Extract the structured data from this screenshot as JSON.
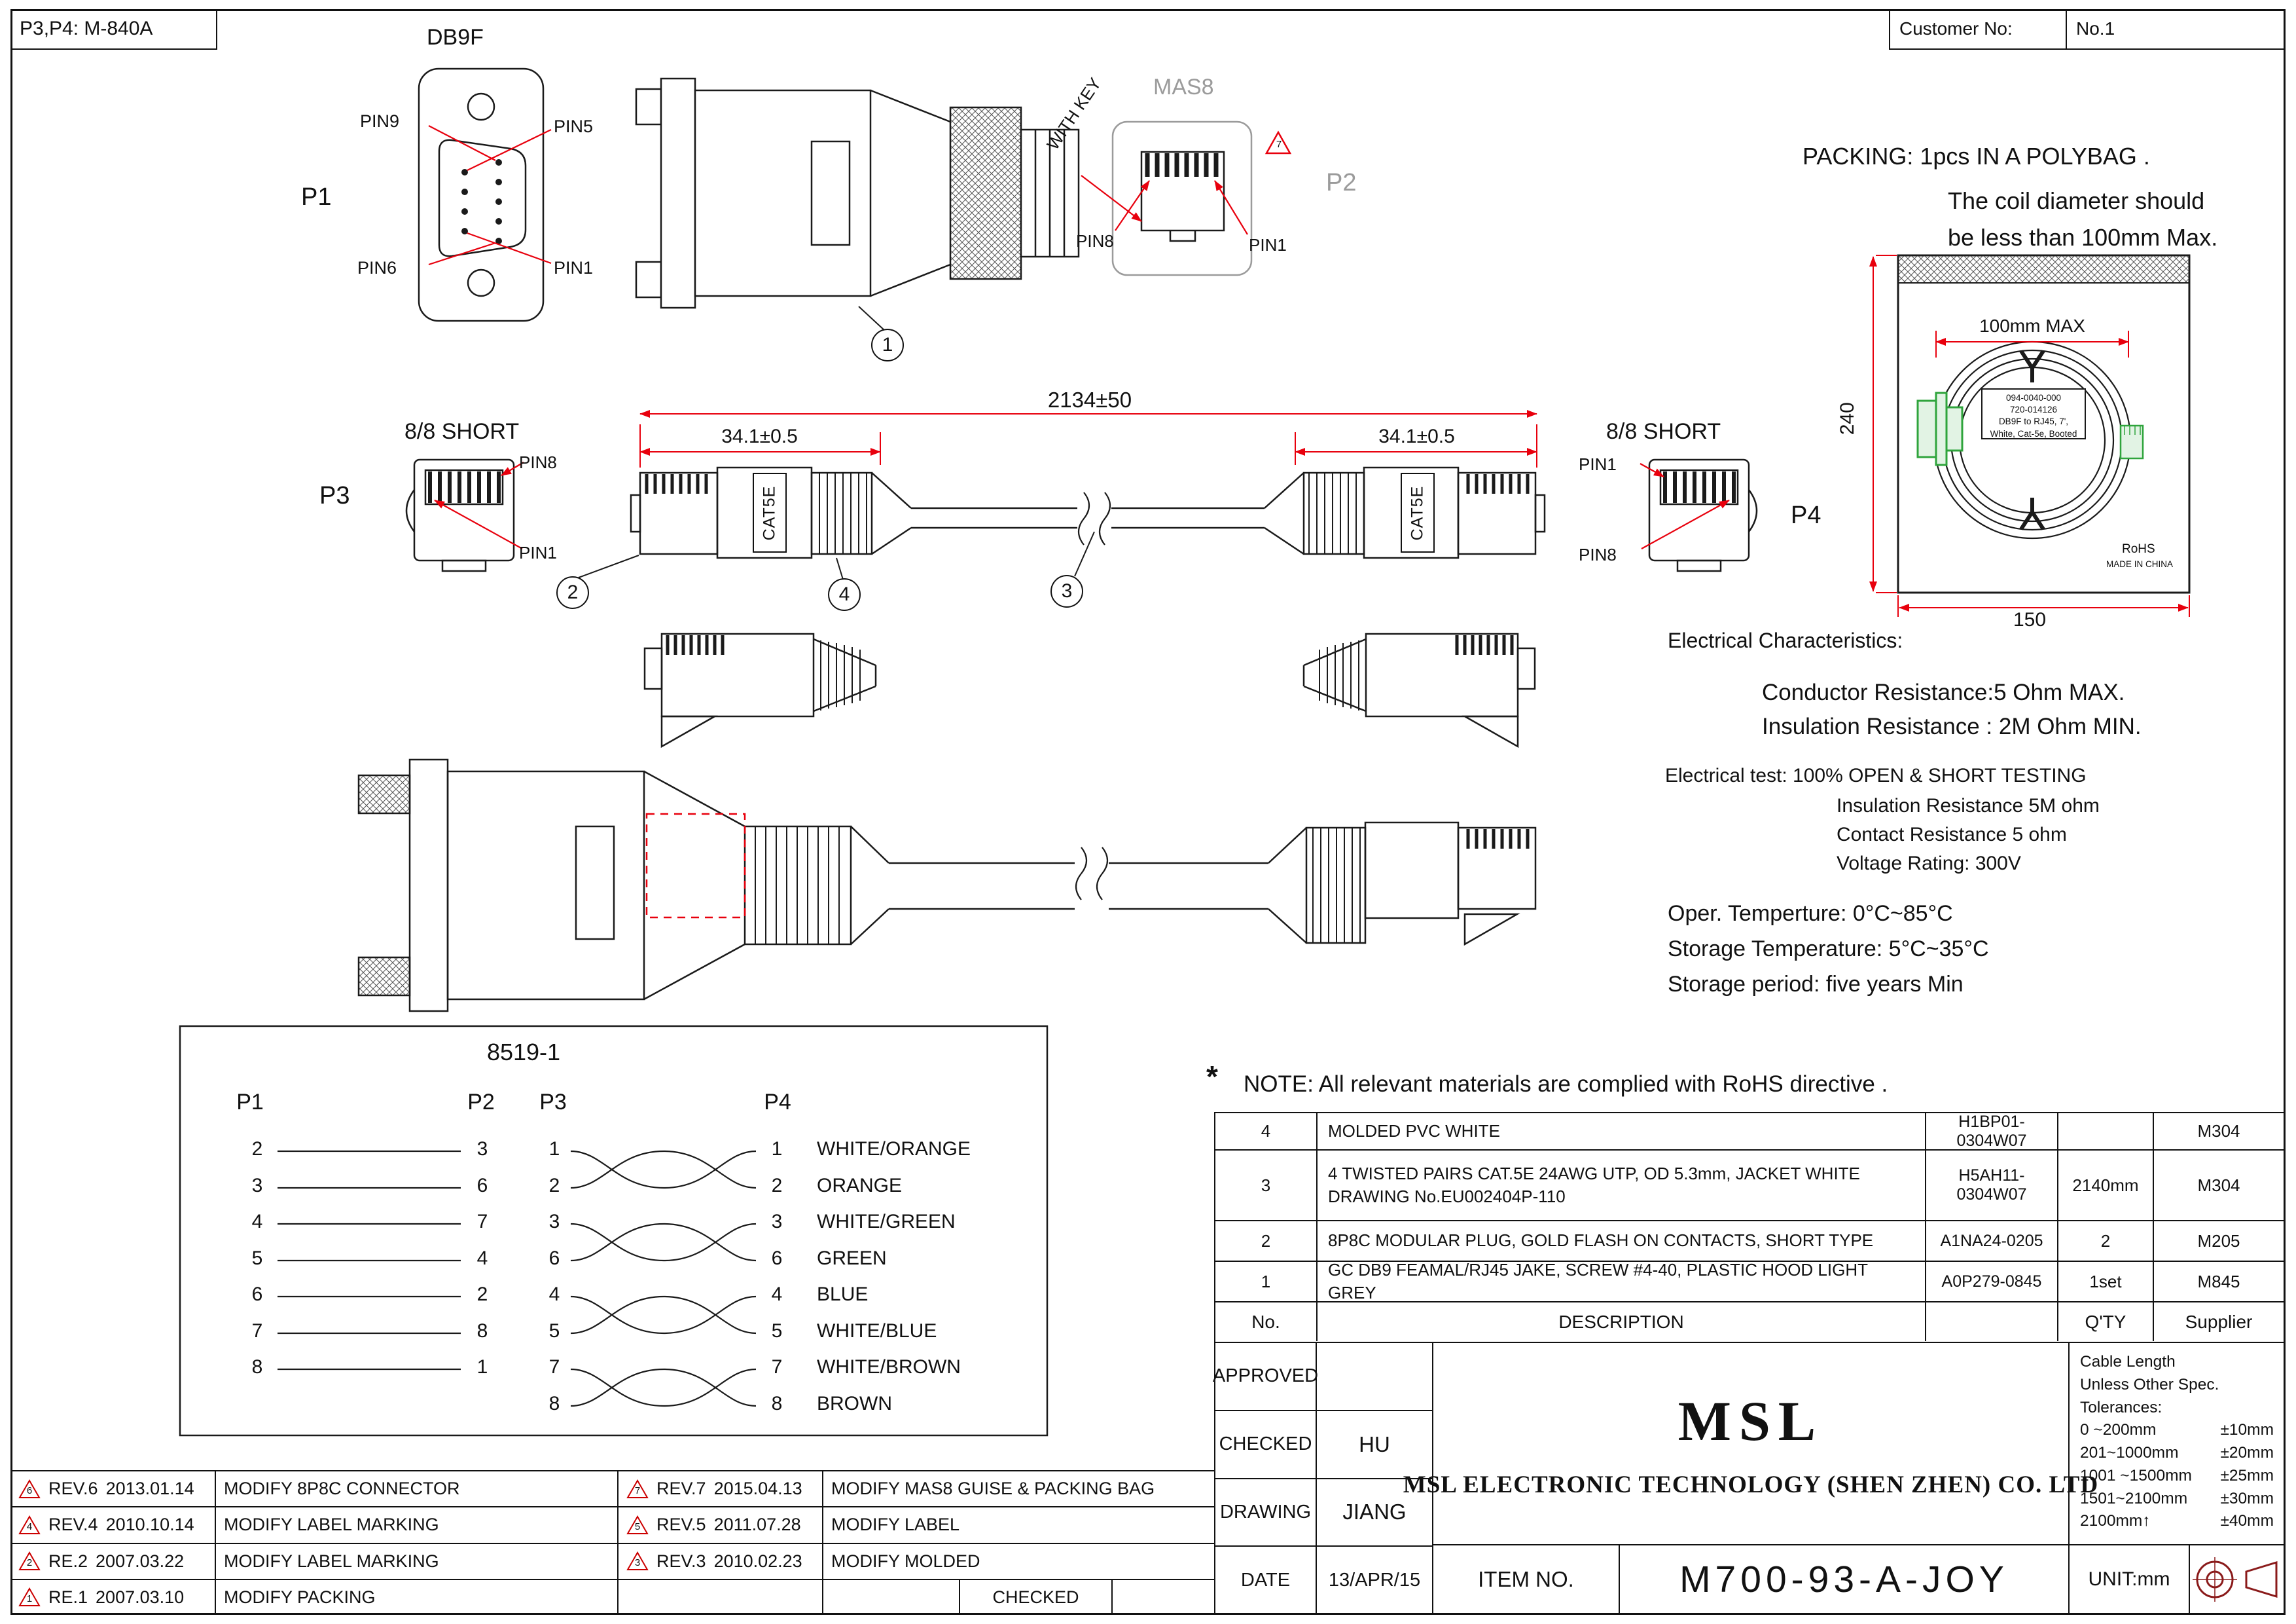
{
  "sheet": {
    "corner_note": "P3,P4: M-840A",
    "customer_no_label": "Customer No:",
    "customer_no_value": "No.1"
  },
  "labels": {
    "db9f_title": "DB9F",
    "p1": "P1",
    "p2": "P2",
    "p3": "P3",
    "p4": "P4",
    "mas8_title": "MAS8",
    "with_key": "WITH KEY",
    "pin9": "PIN9",
    "pin5": "PIN5",
    "pin6": "PIN6",
    "pin1": "PIN1",
    "mas8_pin8": "PIN8",
    "mas8_pin1": "PIN1",
    "p3_pin8": "PIN8",
    "p3_pin1": "PIN1",
    "p4_pin1": "PIN1",
    "p4_pin8": "PIN8",
    "short": "8/8 SHORT",
    "cat5e": "CAT5E",
    "balloon_1": "1",
    "balloon_2": "2",
    "balloon_3": "3",
    "balloon_4": "4",
    "mas8_rev_marker": "7"
  },
  "dims": {
    "overall": "2134±50",
    "boot": "34.1±0.5",
    "coil": "100mm MAX",
    "bag_height": "240",
    "bag_width": "150"
  },
  "packing": {
    "line1": "PACKING: 1pcs IN A POLYBAG .",
    "line2": "The coil diameter should",
    "line3": "be less than 100mm Max.",
    "label1": "094-0040-000",
    "label2": "720-014126",
    "label3": "DB9F to RJ45, 7',",
    "label4": "White, Cat-5e, Booted",
    "rohs": "RoHS",
    "made_in": "MADE IN CHINA"
  },
  "electrical": {
    "title": "Electrical Characteristics:",
    "conductor": "Conductor Resistance:5 Ohm MAX.",
    "insulation": "Insulation Resistance : 2M Ohm MIN.",
    "test1": "Electrical test: 100% OPEN & SHORT TESTING",
    "test2": "Insulation Resistance 5M ohm",
    "test3": "Contact Resistance 5 ohm",
    "test4": "Voltage Rating: 300V",
    "oper": "Oper.  Temperture: 0°C~85°C",
    "storage_temp": "Storage Temperature: 5°C~35°C",
    "storage_period": "Storage period: five years Min"
  },
  "note": {
    "star": "*",
    "text": "NOTE: All relevant materials are complied with RoHS directive ."
  },
  "wiring": {
    "title": "8519-1",
    "cols": {
      "p1": "P1",
      "p2": "P2",
      "p3": "P3",
      "p4": "P4"
    },
    "rows": [
      {
        "p1": "2",
        "p2": "3",
        "p3": "1",
        "p4": "1",
        "color": "WHITE/ORANGE"
      },
      {
        "p1": "3",
        "p2": "6",
        "p3": "2",
        "p4": "2",
        "color": "ORANGE"
      },
      {
        "p1": "4",
        "p2": "7",
        "p3": "3",
        "p4": "3",
        "color": "WHITE/GREEN"
      },
      {
        "p1": "5",
        "p2": "4",
        "p3": "6",
        "p4": "6",
        "color": "GREEN"
      },
      {
        "p1": "6",
        "p2": "2",
        "p3": "4",
        "p4": "4",
        "color": "BLUE"
      },
      {
        "p1": "7",
        "p2": "8",
        "p3": "5",
        "p4": "5",
        "color": "WHITE/BLUE"
      },
      {
        "p1": "8",
        "p2": "1",
        "p3": "7",
        "p4": "7",
        "color": "WHITE/BROWN"
      },
      {
        "p1": "",
        "p2": "",
        "p3": "8",
        "p4": "8",
        "color": "BROWN"
      }
    ]
  },
  "bom": {
    "header": {
      "no": "No.",
      "description": "DESCRIPTION",
      "qty": "Q'TY",
      "supplier": "Supplier"
    },
    "items": [
      {
        "no": "4",
        "description": "MOLDED PVC WHITE",
        "part_no": "H1BP01-0304W07",
        "qty": "",
        "supplier": "M304"
      },
      {
        "no": "3",
        "description": "4 TWISTED PAIRS CAT.5E 24AWG UTP, OD 5.3mm, JACKET WHITE\nDRAWING No.EU002404P-110",
        "part_no": "H5AH11-0304W07",
        "qty": "2140mm",
        "supplier": "M304"
      },
      {
        "no": "2",
        "description": "8P8C MODULAR PLUG, GOLD FLASH ON CONTACTS, SHORT TYPE",
        "part_no": "A1NA24-0205",
        "qty": "2",
        "supplier": "M205"
      },
      {
        "no": "1",
        "description": "GC DB9 FEAMAL/RJ45 JAKE, SCREW #4-40, PLASTIC HOOD LIGHT GREY",
        "part_no": "A0P279-0845",
        "qty": "1set",
        "supplier": "M845"
      }
    ]
  },
  "title_block": {
    "approved_label": "APPROVED",
    "approved_value": "",
    "checked_label": "CHECKED",
    "checked_value": "HU",
    "drawing_label": "DRAWING",
    "drawing_value": "JIANG",
    "date_label": "DATE",
    "date_value": "13/APR/15",
    "logo": "MSL",
    "company": "MSL  ELECTRONIC  TECHNOLOGY  (SHEN ZHEN) CO. LTD",
    "item_no_label": "ITEM NO.",
    "item_no_value": "M700-93-A-JOY",
    "unit": "UNIT:mm",
    "tol_title1": "Cable Length",
    "tol_title2": "Unless Other Spec.",
    "tol_title3": "Tolerances:",
    "tolerances": [
      {
        "range": "0 ~200mm",
        "tol": "±10mm"
      },
      {
        "range": "201~1000mm",
        "tol": "±20mm"
      },
      {
        "range": "1001 ~1500mm",
        "tol": "±25mm"
      },
      {
        "range": "1501~2100mm",
        "tol": "±30mm"
      },
      {
        "range": "2100mm↑",
        "tol": "±40mm"
      }
    ]
  },
  "revisions": {
    "checked_box": "CHECKED",
    "left": [
      {
        "marker": "6",
        "rev": "REV.6",
        "date": "2013.01.14",
        "desc": "MODIFY 8P8C CONNECTOR"
      },
      {
        "marker": "4",
        "rev": "REV.4",
        "date": "2010.10.14",
        "desc": "MODIFY LABEL MARKING"
      },
      {
        "marker": "2",
        "rev": "RE.2",
        "date": "2007.03.22",
        "desc": "MODIFY LABEL MARKING"
      },
      {
        "marker": "1",
        "rev": "RE.1",
        "date": "2007.03.10",
        "desc": "MODIFY PACKING"
      }
    ],
    "right": [
      {
        "marker": "7",
        "rev": "REV.7",
        "date": "2015.04.13",
        "desc": "MODIFY MAS8 GUISE & PACKING BAG"
      },
      {
        "marker": "5",
        "rev": "REV.5",
        "date": "2011.07.28",
        "desc": "MODIFY LABEL"
      },
      {
        "marker": "3",
        "rev": "REV.3",
        "date": "2010.02.23",
        "desc": "MODIFY MOLDED"
      },
      {
        "marker": "",
        "rev": "",
        "date": "",
        "desc": ""
      }
    ]
  },
  "colors": {
    "line": "#1a1a1a",
    "dimension_red": "#e8000d",
    "grey": "#9b9b9b",
    "connector_green": "#2fa43c"
  }
}
